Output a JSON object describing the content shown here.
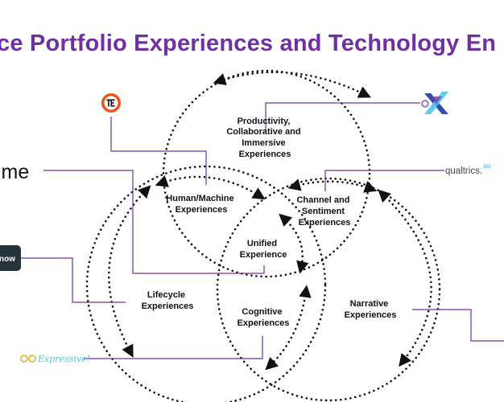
{
  "title": "ce Portfolio Experiences and Technology En",
  "circles": {
    "top": [
      "Productivity,",
      "Collaborative and",
      "Immersive",
      "Experiences"
    ],
    "left": [
      "Lifecycle",
      "Experiences"
    ],
    "right": [
      "Narrative",
      "Experiences"
    ]
  },
  "overlaps": {
    "top_left": [
      "Human/Machine",
      "Experiences"
    ],
    "top_right": [
      "Channel and",
      "Sentiment",
      "Experiences"
    ],
    "left_right": [
      "Cognitive",
      "Experiences"
    ],
    "center": [
      "Unified",
      "Experience"
    ]
  },
  "logos": {
    "left_partial_text": "ime",
    "qualtrics": "qualtrics.",
    "qualtrics_sup": "XM",
    "servicenow_partial": "now",
    "expressive": "Expressive!"
  },
  "colors": {
    "title": "#7030a0",
    "connector": "#7030a0",
    "circle": "#111111"
  }
}
